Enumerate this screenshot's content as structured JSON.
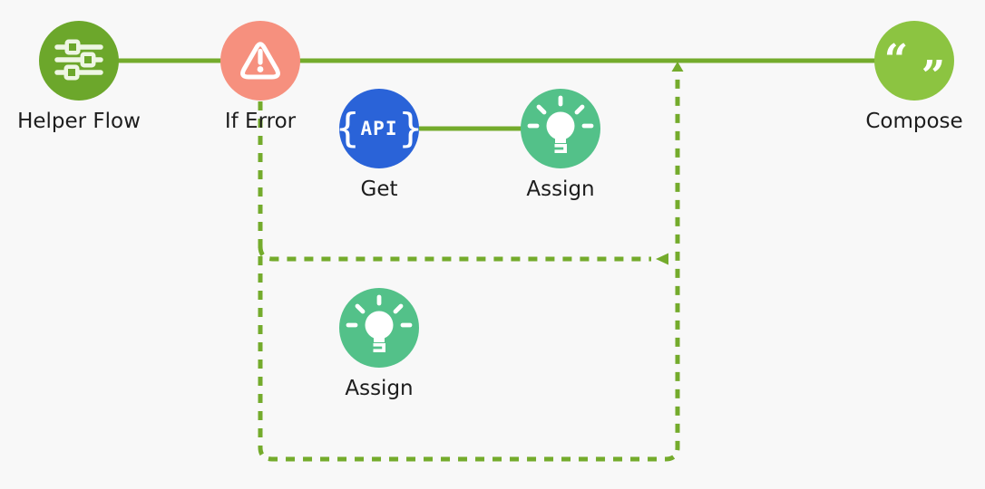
{
  "canvas": {
    "background_color": "#f8f8f8",
    "connector_color": "#74ab2c",
    "label_color": "#1d1d1d"
  },
  "nodes": [
    {
      "id": "helper_flow",
      "label": "Helper Flow",
      "icon": "sliders-icon",
      "color": "#6ca72b"
    },
    {
      "id": "if_error",
      "label": "If Error",
      "icon": "warning-triangle-icon",
      "color": "#f6907e"
    },
    {
      "id": "get",
      "label": "Get",
      "icon": "api-braces-icon",
      "color": "#2a63d8",
      "icon_brace_open": "{",
      "icon_text": "API",
      "icon_brace_close": "}"
    },
    {
      "id": "assign_1",
      "label": "Assign",
      "icon": "lightbulb-icon",
      "color": "#53c189"
    },
    {
      "id": "compose",
      "label": "Compose",
      "icon": "quotes-icon",
      "color": "#8cc441",
      "icon_open_quote": "“",
      "icon_close_quote": "”"
    },
    {
      "id": "assign_2",
      "label": "Assign",
      "icon": "lightbulb-icon",
      "color": "#53c189"
    }
  ],
  "connections": [
    {
      "from": "helper_flow",
      "to": "if_error",
      "style": "solid"
    },
    {
      "from": "if_error",
      "to": "compose",
      "style": "solid"
    },
    {
      "from": "get",
      "to": "assign_1",
      "style": "solid"
    },
    {
      "container": "error_branch_top",
      "style": "dashed",
      "contains": [
        "get",
        "assign_1"
      ],
      "arrow": "up-into-main-line"
    },
    {
      "container": "error_branch_bottom",
      "style": "dashed",
      "contains": [
        "assign_2"
      ],
      "arrow": "left-at-divider"
    }
  ]
}
